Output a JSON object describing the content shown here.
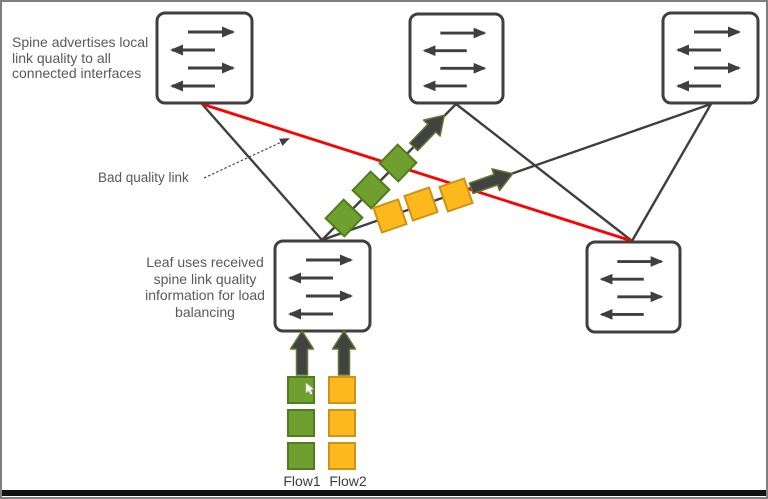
{
  "annotations": {
    "spine_note": "Spine advertises local\nlink quality to all\nconnected interfaces",
    "bad_link_label": "Bad quality link",
    "leaf_note": "Leaf uses received\nspine link quality\ninformation for load\nbalancing"
  },
  "flows": {
    "flow1": {
      "label": "Flow1",
      "fill": "#6f9f2f",
      "border": "#507c1c"
    },
    "flow2": {
      "label": "Flow2",
      "fill": "#fcb81c",
      "border": "#cc9416"
    }
  },
  "icons": {
    "switch_icon": "bidirectional-traffic-arrows",
    "flow_direction_icon": "thick-up-right-arrow"
  },
  "colors": {
    "bad_link_red": "#fe0000",
    "link_gray": "#3f3f3f",
    "node_border": "#3f3f3f",
    "node_fill": "#ffffff",
    "flow_arrow_fill": "#424242",
    "flow_arrow_outline": "#60792e",
    "text_gray": "#58595b",
    "frame_border": "#7f7f7f",
    "bottom_bar": "#111111"
  }
}
